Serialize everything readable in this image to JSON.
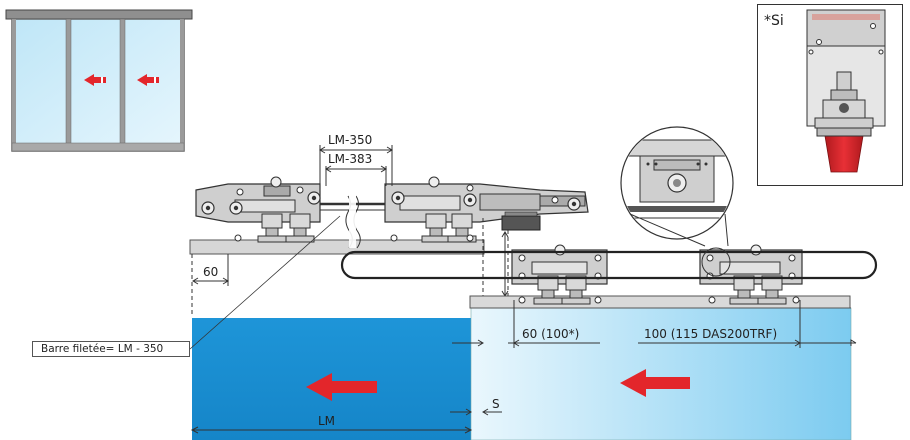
{
  "dimensions": {
    "lm350": "LM-350",
    "lm383": "LM-383",
    "d60": "60",
    "d60_100": "60 (100*)",
    "d100_115": "100 (115 DAS200TRF)",
    "s": "S",
    "lm": "LM"
  },
  "callout": {
    "threaded_rod": "Barre filetée= LM - 350"
  },
  "inset": {
    "label": "*Si"
  },
  "colors": {
    "leaf_fixed": "#1a8fd4",
    "leaf_moving_start": "#e8f6fd",
    "leaf_moving_end": "#7ccbf0",
    "arrow": "#e3262b",
    "metal": "#c8c8c8",
    "metal_dark": "#333333"
  },
  "icons": [
    "door-thumbnail-icon",
    "red-arrow-left-icon",
    "trolley-carriage-icon",
    "detail-magnifier-icon",
    "pulley-icon"
  ]
}
